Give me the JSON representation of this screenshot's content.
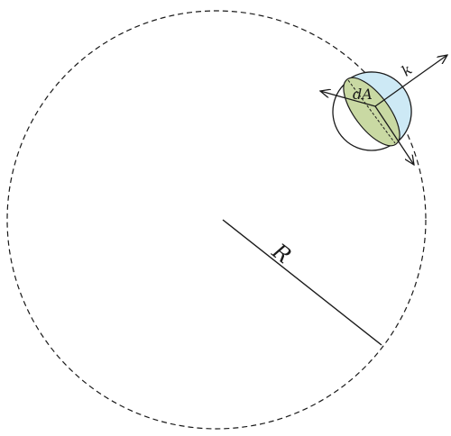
{
  "labels": {
    "radius": "R",
    "area": "dA",
    "wavevector": "k"
  },
  "colors": {
    "stroke": "#1a1a1a",
    "sphere_fill": "#cde9f5",
    "disk_fill": "#c9d9a3"
  }
}
